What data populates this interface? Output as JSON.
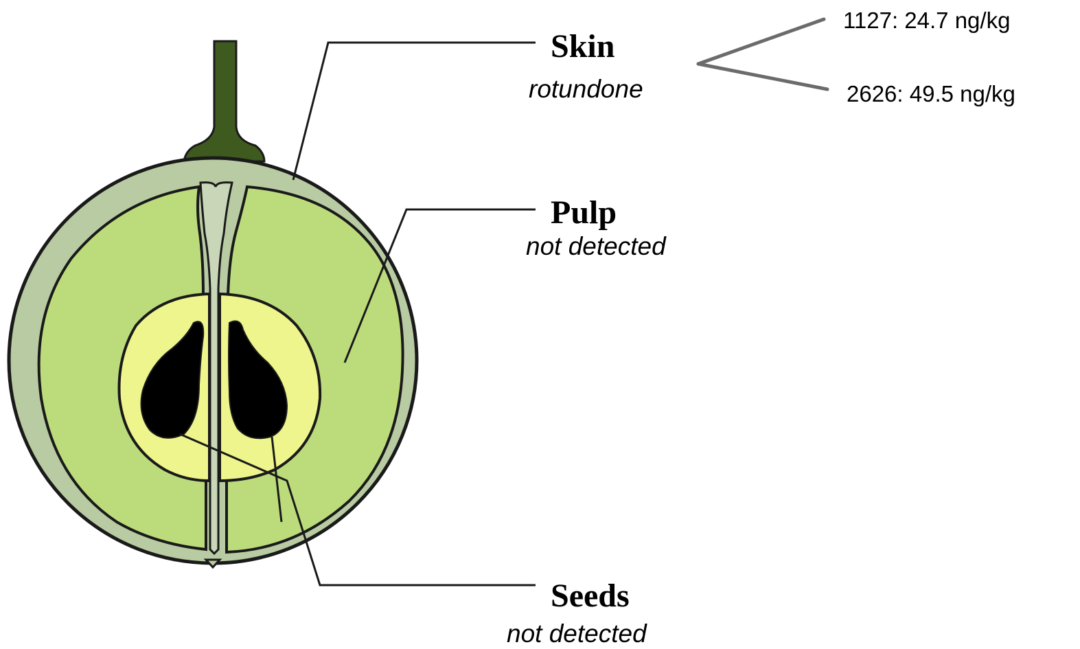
{
  "labels": {
    "skin": {
      "name": "Skin",
      "note": "rotundone"
    },
    "pulp": {
      "name": "Pulp",
      "note": "not detected"
    },
    "seeds": {
      "name": "Seeds",
      "note": "not detected"
    }
  },
  "skin_values": [
    {
      "text": "1127: 24.7 ng/kg"
    },
    {
      "text": "2626: 49.5 ng/kg"
    }
  ],
  "colors": {
    "stem": "#3e5a1e",
    "skin": "#b9cba2",
    "pulp": "#bcdc7c",
    "seed_area": "#eef58c",
    "seeds": "#000000",
    "outline": "#1a1a1a"
  }
}
